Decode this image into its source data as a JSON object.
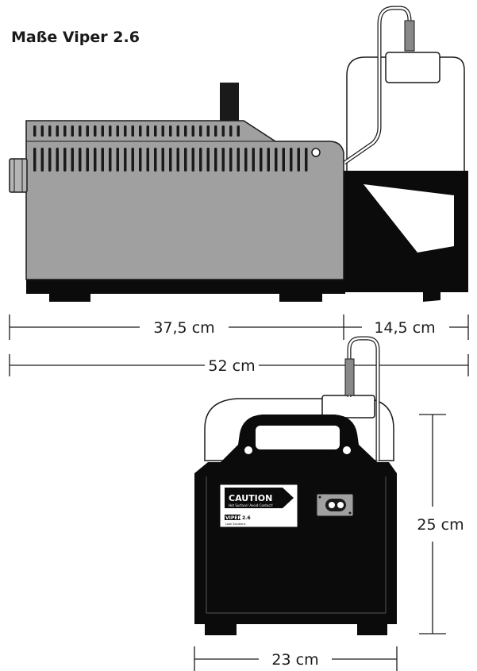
{
  "title": "Maße Viper 2.6",
  "dimensions": {
    "length_main": "37,5 cm",
    "length_tank": "14,5 cm",
    "length_total": "52 cm",
    "height": "25 cm",
    "width": "23 cm"
  },
  "label": {
    "caution_heading": "CAUTION",
    "caution_sub": "Hot Surface! Avoid Contact!",
    "brand": "VIPER",
    "model": "2.6",
    "maker": "Look Solutions"
  },
  "colors": {
    "body_grey": "#a0a0a0",
    "dark": "#0b0b0b",
    "outline": "#1a1a1a"
  }
}
